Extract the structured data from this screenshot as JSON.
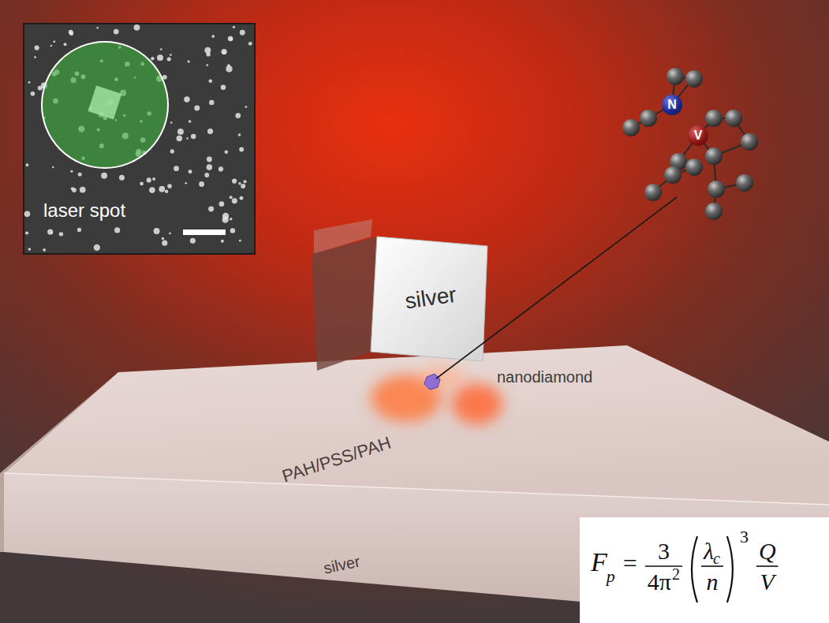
{
  "diagram": {
    "nodes": [
      {
        "text": [
          "laser spot"
        ]
      },
      {
        "text": [
          "N"
        ]
      },
      {
        "text": [
          "V"
        ]
      },
      {
        "text": [
          "silver"
        ]
      },
      {
        "text": [
          "PAH/PSS/PAH",
          "silver"
        ]
      },
      {
        "text": [
          "F",
          "p",
          "=",
          "3",
          "4π",
          "2",
          "λ",
          "c",
          "n",
          "3",
          "Q",
          "V"
        ]
      }
    ],
    "labels": [
      "nanodiamond"
    ]
  }
}
